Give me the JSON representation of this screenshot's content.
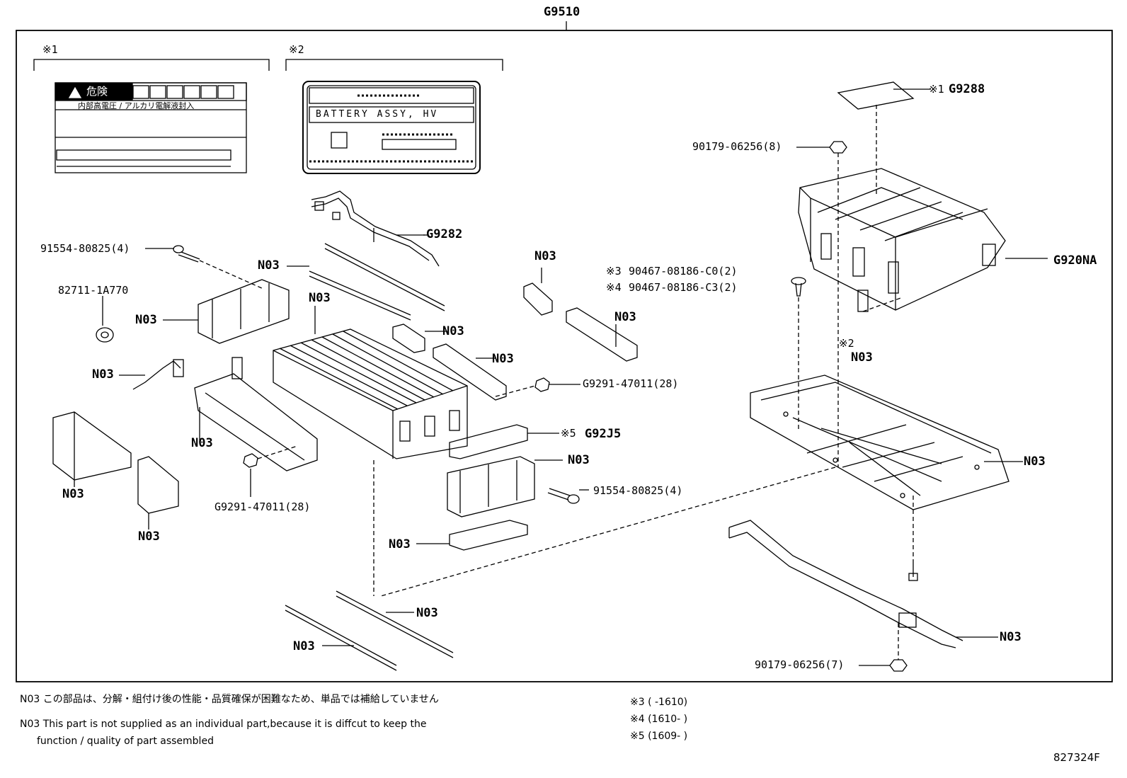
{
  "assembly_code": "G9510",
  "ref1_mark": "※1",
  "ref2_mark": "※2",
  "warning_label": {
    "title": "危険",
    "subtitle": "内部高電圧 / アルカリ電解液封入"
  },
  "battery_label": {
    "text": "BATTERY ASSY, HV"
  },
  "callouts": {
    "g9288": "G9288",
    "g9288_mark": "※1",
    "nut_90179_top": "90179-06256(8)",
    "g9282": "G9282",
    "bolt_91554_left": "91554-80825(4)",
    "n03_rod_top": "N03",
    "n03_center_mark": "N03",
    "clip_3": "90467-08186-C0(2)",
    "clip_3_mark": "※3",
    "clip_4": "90467-08186-C3(2)",
    "clip_4_mark": "※4",
    "g920na": "G920NA",
    "grommet_82711": "82711-1A770",
    "n03_bracket_left": "N03",
    "n03_block": "N03",
    "n03_right_bracket": "N03",
    "n03_busbar_a": "N03",
    "n03_busbar_b": "N03",
    "n03_label_mark": "※2",
    "n03_label": "N03",
    "n03_wire": "N03",
    "nut_g9291_right": "G9291-47011(28)",
    "n03_busbar_left": "N03",
    "g92j5": "G92J5",
    "g92j5_mark": "※5",
    "n03_cover": "N03",
    "n03_tray": "N03",
    "bolt_91554_right": "91554-80825(4)",
    "nut_g9291_left": "G9291-47011(28)",
    "n03_end_plate_a": "N03",
    "n03_end_plate_b": "N03",
    "n03_bottom_bracket": "N03",
    "n03_rod_b": "N03",
    "n03_rod_c": "N03",
    "n03_harness": "N03",
    "nut_90179_bottom": "90179-06256(7)"
  },
  "notes": {
    "jp": "N03 この部品は、分解・組付け後の性能・品質確保が困難なため、単品では補給していません",
    "en_line1": "N03 This part is not supplied as an  individual part,because it is diffcut to keep the",
    "en_line2": "function / quality of part assembled",
    "r3": "※3 (      -1610)",
    "r4": "※4 (1610-      )",
    "r5": "※5 (1609-      )"
  },
  "figure_id": "827324F"
}
